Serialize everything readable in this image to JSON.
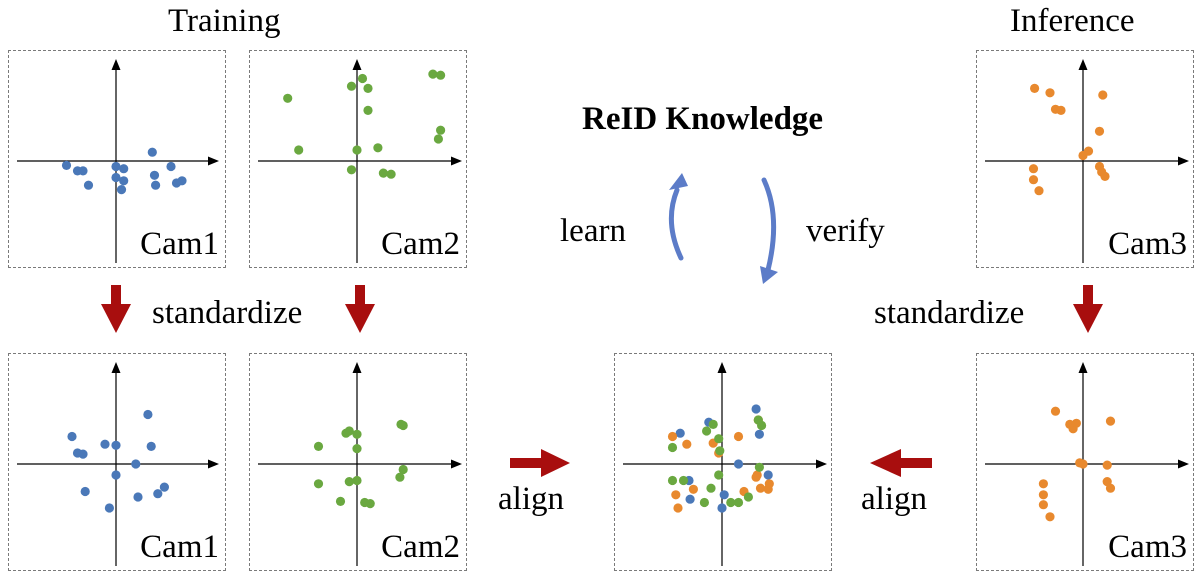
{
  "titles": {
    "training": "Training",
    "inference": "Inference",
    "knowledge": "ReID Knowledge"
  },
  "labels": {
    "standardize": "standardize",
    "align": "align",
    "learn": "learn",
    "verify": "verify"
  },
  "colors": {
    "cam1": "#4a78b8",
    "cam2": "#6aa840",
    "cam3": "#e8892e",
    "arrow_red": "#a80e0e",
    "arrow_blue": "#5c7cc8",
    "axis": "#000000",
    "border": "#7a7a7a"
  },
  "icons": {
    "down_arrow": "down-arrow-icon",
    "right_arrow": "right-arrow-icon",
    "left_arrow": "left-arrow-icon",
    "cycle": "cycle-arrow-icon"
  },
  "panels": {
    "train_cam1": {
      "label": "Cam1",
      "series": "cam1",
      "points": [
        [
          -4.5,
          -0.4
        ],
        [
          -3.5,
          -0.9
        ],
        [
          -3.0,
          -0.9
        ],
        [
          -2.5,
          -2.2
        ],
        [
          0.0,
          -0.5
        ],
        [
          0.0,
          -1.5
        ],
        [
          0.7,
          -0.7
        ],
        [
          0.7,
          -1.8
        ],
        [
          0.5,
          -2.6
        ],
        [
          3.3,
          0.8
        ],
        [
          3.5,
          -1.3
        ],
        [
          3.6,
          -2.2
        ],
        [
          5.0,
          -0.5
        ],
        [
          5.5,
          -2.0
        ],
        [
          6.0,
          -1.8
        ]
      ]
    },
    "train_cam2": {
      "label": "Cam2",
      "series": "cam2",
      "points": [
        [
          -6.3,
          5.7
        ],
        [
          -5.3,
          1.0
        ],
        [
          -0.5,
          6.8
        ],
        [
          0.5,
          7.5
        ],
        [
          1.0,
          6.6
        ],
        [
          1.0,
          4.6
        ],
        [
          0.0,
          1.0
        ],
        [
          -0.5,
          -0.8
        ],
        [
          1.9,
          1.2
        ],
        [
          2.4,
          -1.1
        ],
        [
          3.1,
          -1.2
        ],
        [
          6.9,
          7.9
        ],
        [
          7.6,
          7.8
        ],
        [
          7.6,
          2.8
        ],
        [
          7.4,
          2.0
        ]
      ]
    },
    "train_cam3": {
      "label": "Cam3",
      "series": "cam3",
      "points": [
        [
          -4.4,
          6.6
        ],
        [
          -3.0,
          6.2
        ],
        [
          -2.5,
          4.7
        ],
        [
          -2.0,
          4.6
        ],
        [
          0.0,
          0.5
        ],
        [
          0.5,
          0.9
        ],
        [
          1.8,
          6.0
        ],
        [
          1.5,
          2.7
        ],
        [
          1.5,
          -0.5
        ],
        [
          1.7,
          -1.0
        ],
        [
          2.0,
          -1.4
        ],
        [
          -4.5,
          -0.7
        ],
        [
          -4.5,
          -1.7
        ],
        [
          -4.0,
          -2.7
        ]
      ]
    },
    "std_cam1": {
      "label": "Cam1",
      "series": "cam1",
      "points": [
        [
          -4.0,
          2.5
        ],
        [
          -3.5,
          1.0
        ],
        [
          -3.0,
          0.9
        ],
        [
          -2.8,
          -2.5
        ],
        [
          -1.0,
          1.8
        ],
        [
          0.0,
          1.7
        ],
        [
          0.0,
          -1.0
        ],
        [
          -0.6,
          -4.0
        ],
        [
          1.8,
          0.0
        ],
        [
          2.0,
          -3.0
        ],
        [
          2.9,
          4.5
        ],
        [
          3.2,
          1.6
        ],
        [
          3.8,
          -2.7
        ],
        [
          4.4,
          -2.1
        ]
      ]
    },
    "std_cam2": {
      "label": "Cam2",
      "series": "cam2",
      "points": [
        [
          -3.5,
          1.6
        ],
        [
          -3.5,
          -1.8
        ],
        [
          -1.0,
          2.8
        ],
        [
          -0.7,
          3.0
        ],
        [
          0.0,
          2.7
        ],
        [
          0.0,
          1.4
        ],
        [
          -0.7,
          -1.6
        ],
        [
          0.0,
          -1.5
        ],
        [
          -1.5,
          -3.4
        ],
        [
          0.7,
          -3.5
        ],
        [
          1.2,
          -3.6
        ],
        [
          4.0,
          3.6
        ],
        [
          4.2,
          3.5
        ],
        [
          4.2,
          -0.5
        ],
        [
          3.9,
          -1.2
        ]
      ]
    },
    "std_cam3": {
      "label": "Cam3",
      "series": "cam3",
      "points": [
        [
          -2.5,
          4.8
        ],
        [
          -1.2,
          3.6
        ],
        [
          -0.9,
          3.2
        ],
        [
          -0.6,
          3.7
        ],
        [
          -0.3,
          0.1
        ],
        [
          0.0,
          0.0
        ],
        [
          2.5,
          3.9
        ],
        [
          2.2,
          -0.1
        ],
        [
          2.2,
          -1.6
        ],
        [
          2.5,
          -2.2
        ],
        [
          -3.6,
          -1.8
        ],
        [
          -3.6,
          -2.8
        ],
        [
          -3.6,
          -3.7
        ],
        [
          -3.0,
          -4.8
        ]
      ]
    }
  },
  "aligned": {
    "points_cam1": [
      [
        -3.8,
        2.8
      ],
      [
        -1.2,
        3.8
      ],
      [
        -3.0,
        -1.5
      ],
      [
        -2.9,
        -3.2
      ],
      [
        0.2,
        -2.8
      ],
      [
        0.0,
        -4.0
      ],
      [
        1.5,
        0.0
      ],
      [
        3.1,
        5.0
      ],
      [
        3.4,
        2.7
      ],
      [
        4.2,
        -1.0
      ]
    ],
    "points_cam2": [
      [
        -4.5,
        1.5
      ],
      [
        -4.5,
        -1.5
      ],
      [
        -3.5,
        -1.5
      ],
      [
        -1.4,
        3.0
      ],
      [
        -0.8,
        3.6
      ],
      [
        -0.3,
        2.3
      ],
      [
        -0.2,
        1.2
      ],
      [
        -0.3,
        -1.0
      ],
      [
        -1.0,
        -2.2
      ],
      [
        -1.6,
        -3.5
      ],
      [
        0.8,
        -3.5
      ],
      [
        1.5,
        -3.5
      ],
      [
        3.3,
        4.0
      ],
      [
        3.6,
        3.5
      ],
      [
        3.4,
        -0.3
      ],
      [
        2.4,
        -3.0
      ]
    ],
    "points_cam3": [
      [
        -4.5,
        2.5
      ],
      [
        -3.2,
        1.8
      ],
      [
        -4.2,
        -2.8
      ],
      [
        -4.0,
        -4.0
      ],
      [
        -2.6,
        -2.3
      ],
      [
        -0.8,
        1.9
      ],
      [
        -0.3,
        1.0
      ],
      [
        1.5,
        2.5
      ],
      [
        3.3,
        4.0
      ],
      [
        2.0,
        -2.5
      ],
      [
        3.2,
        -1.0
      ],
      [
        3.1,
        -1.2
      ],
      [
        3.5,
        -2.2
      ],
      [
        4.2,
        -2.3
      ],
      [
        4.3,
        -1.8
      ]
    ]
  }
}
